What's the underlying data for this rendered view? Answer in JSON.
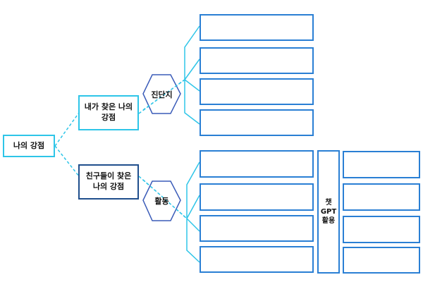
{
  "root": {
    "label": "나의 강점"
  },
  "branches": [
    {
      "label": "내가 찾은 나의\n강점",
      "method": "진단지",
      "entries": [
        "",
        "",
        "",
        ""
      ]
    },
    {
      "label": "친구들이 찾은\n나의 강점",
      "method": "활동",
      "entries": [
        "",
        "",
        "",
        ""
      ]
    }
  ],
  "chatgpt": {
    "label": "챗\nGPT\n활용",
    "entries": [
      "",
      "",
      "",
      ""
    ]
  },
  "colors": {
    "cyan": "#2ec5e8",
    "navy": "#1f4e8c",
    "blue": "#2a7fd4",
    "hex": "#3a5bb8"
  }
}
